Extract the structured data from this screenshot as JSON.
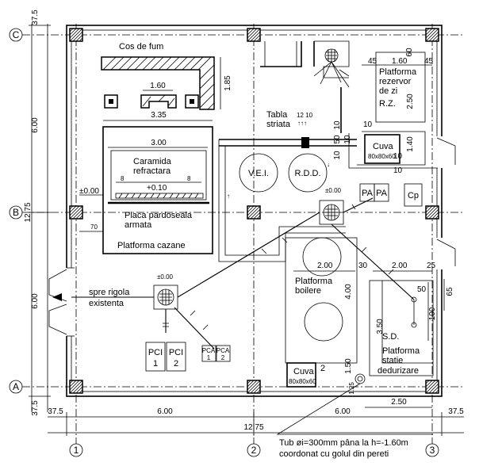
{
  "axes": {
    "rows": [
      "C",
      "B",
      "A"
    ],
    "cols": [
      "1",
      "2",
      "3"
    ]
  },
  "dims": {
    "left_top": "37.5",
    "left_upper": "6.00",
    "left_mid": "12.75",
    "left_lower": "6.00",
    "left_bottom": "37.5",
    "bottom_left_edge": "37.5",
    "bottom_span1": "6.00",
    "bottom_total": "12.75",
    "bottom_span2": "6.00",
    "bottom_right_edge": "37.5",
    "bottom_250": "2.50",
    "chimney_160": "1.60",
    "chimney_185": "1.85",
    "boiler_335": "3.35",
    "boiler_300": "3.00",
    "boiler_8a": "8",
    "boiler_8b": "8",
    "level_010": "+0.10",
    "level_000_left": "±0.00",
    "dim_70": "70",
    "tank_45a": "45",
    "tank_160": "1.60",
    "tank_45b": "45",
    "tank_60": "60",
    "tank_250": "2.50",
    "tank_10a": "10",
    "tank_10b": "10",
    "tank_140": "1.40",
    "tank_50": "50",
    "tank_10c": "10",
    "tank_10d": "10",
    "tank_10e": "10",
    "tank_10f": "10",
    "tabla_nums": "12 10",
    "level_000_mid": "±0.00",
    "level_000_drain": "±0.00",
    "plat_200a": "2.00",
    "plat_30": "30",
    "plat_200b": "2.00",
    "plat_25": "25",
    "plat_400": "4.00",
    "sd_50": "50",
    "sd_65": "65",
    "sd_100": "100",
    "sd_350": "3.50",
    "dim_150": "1.50",
    "dim_125": "1.25",
    "cuva2_2": "2"
  },
  "labels": {
    "cos_de_fum": "Cos de fum",
    "tabla": "Tabla",
    "striata": "striata",
    "platforma_rezervor": "Platforma",
    "rezervor": "rezervor",
    "de_zi": "de zi",
    "rz": "R.Z.",
    "cuva_top": "Cuva",
    "cuva_top_size": "80x80x60",
    "cuva_bottom": "Cuva",
    "cuva_bottom_size": "80x80x60",
    "caramida": "Caramida",
    "refractara": "refractara",
    "placa": "Placa pardoseala",
    "armata": "armata",
    "platforma_cazane": "Platforma cazane",
    "vei": "V.E.I.",
    "rdd": "R.D.D.",
    "pa1": "PA",
    "pa2": "PA",
    "cp": "Cp",
    "platforma_boilere": "Platforma",
    "boilere": "boilere",
    "sd": "S.D.",
    "platforma_statie": "Platforma",
    "statie": "statie",
    "dedurizare": "dedurizare",
    "spre_rigola": "spre rigola",
    "existenta": "existenta",
    "pci1_a": "PCI",
    "pci1_b": "1",
    "pci2_a": "PCI",
    "pci2_b": "2",
    "pca1_a": "PCA",
    "pca1_b": "1",
    "pca2_a": "PCA",
    "pca2_b": "2",
    "note1": "Tub øi=300mm pâna la h=-1.60m",
    "note2": "coordonat cu golul din pereti"
  }
}
